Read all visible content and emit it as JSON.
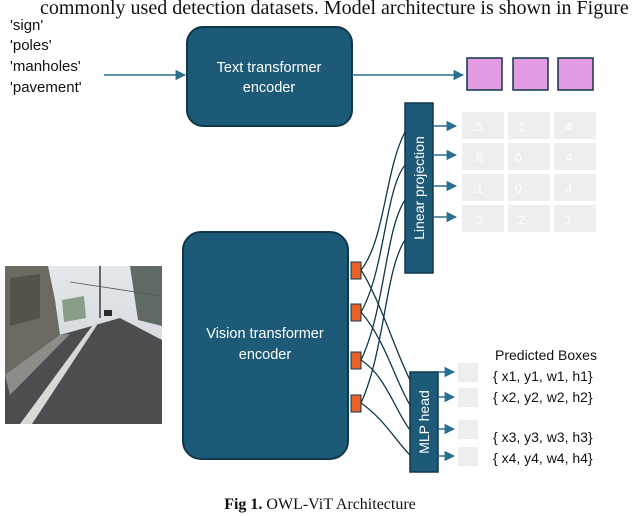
{
  "header_text": "commonly used detection datasets. Model architecture is shown in Figure",
  "text_prompts": [
    "'sign'",
    "'poles'",
    "'manholes'",
    "'pavement'"
  ],
  "text_encoder": {
    "line1": "Text transformer",
    "line2": "encoder"
  },
  "vision_encoder": {
    "line1": "Vision transformer",
    "line2": "encoder"
  },
  "linear_projection_label": "Linear projection",
  "mlp_head_label": "MLP head",
  "similarity_matrix": [
    [
      ".5",
      ".1",
      ".4"
    ],
    [
      ".8",
      "0",
      ".4"
    ],
    [
      ".1",
      "0",
      ".4"
    ],
    [
      ".3",
      ".2",
      ".1"
    ]
  ],
  "predicted_boxes": {
    "title": "Predicted Boxes",
    "rows": [
      "{ x1, y1, w1, h1}",
      "{ x2, y2, w2, h2}",
      "{ x3, y3, w3, h3}",
      "{ x4, y4, w4, h4}"
    ]
  },
  "caption": {
    "label": "Fig 1.",
    "text": " OWL-ViT Architecture"
  },
  "colors": {
    "encoder_fill": "#1d5a78",
    "encoder_border": "#10374c",
    "text_embedding": "#e39be3",
    "patch_token": "#e8622a",
    "box_text": "#ffffff"
  }
}
